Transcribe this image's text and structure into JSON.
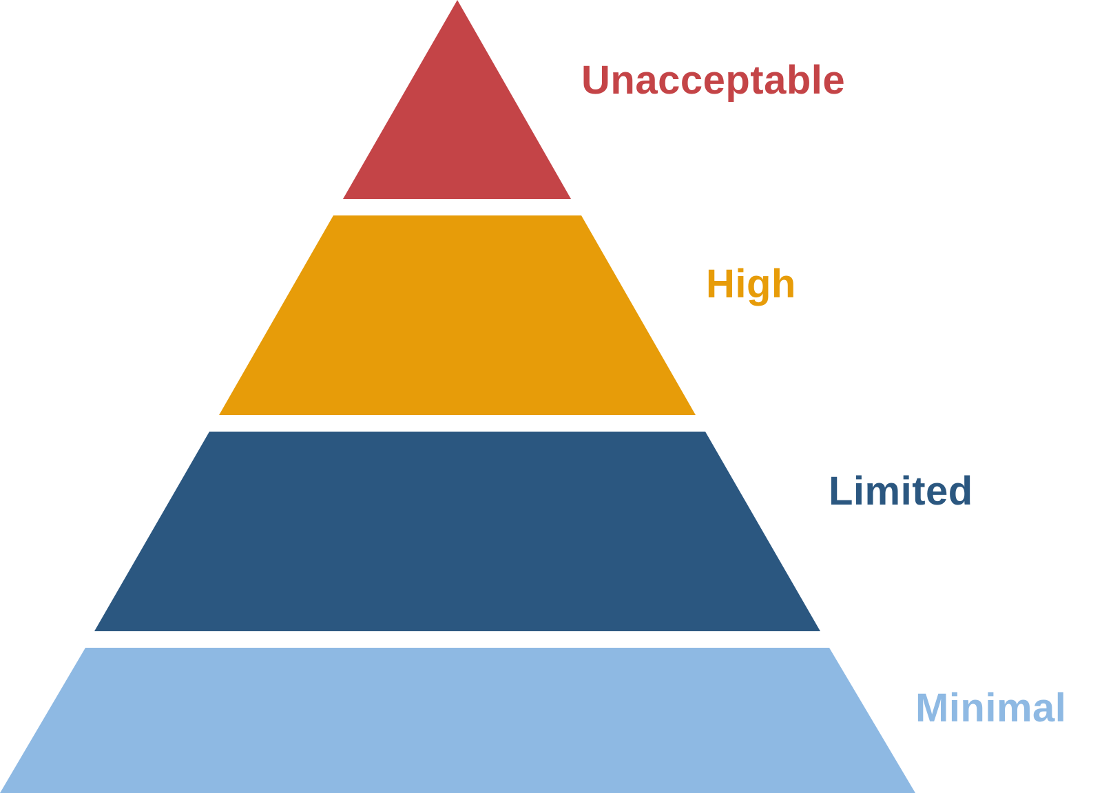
{
  "tiers": [
    {
      "label": "Unacceptable",
      "color": "#C44447"
    },
    {
      "label": "High",
      "color": "#E79C09"
    },
    {
      "label": "Limited",
      "color": "#2B5780"
    },
    {
      "label": "Minimal",
      "color": "#8EB9E3"
    }
  ]
}
